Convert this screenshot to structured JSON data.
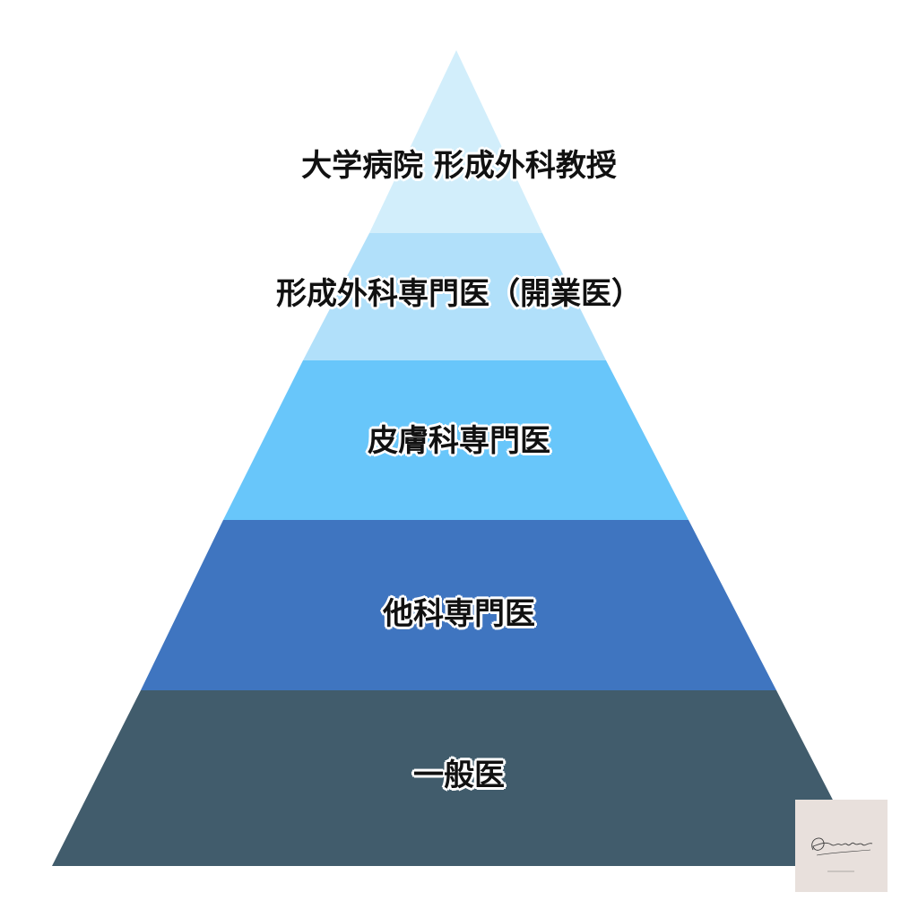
{
  "diagram": {
    "type": "pyramid",
    "tiers": [
      {
        "label": "大学病院 形成外科教授",
        "color": "#d2eefb"
      },
      {
        "label": "形成外科専門医（開業医）",
        "color": "#b1e0fa"
      },
      {
        "label": "皮膚科専門医",
        "color": "#68c6fa"
      },
      {
        "label": "他科専門医",
        "color": "#3f75c0"
      },
      {
        "label": "一般医",
        "color": "#415c6c"
      }
    ]
  },
  "logo": {
    "name": "Onechan",
    "icon": "signature-logo-icon",
    "background": "#e8e0dc"
  }
}
